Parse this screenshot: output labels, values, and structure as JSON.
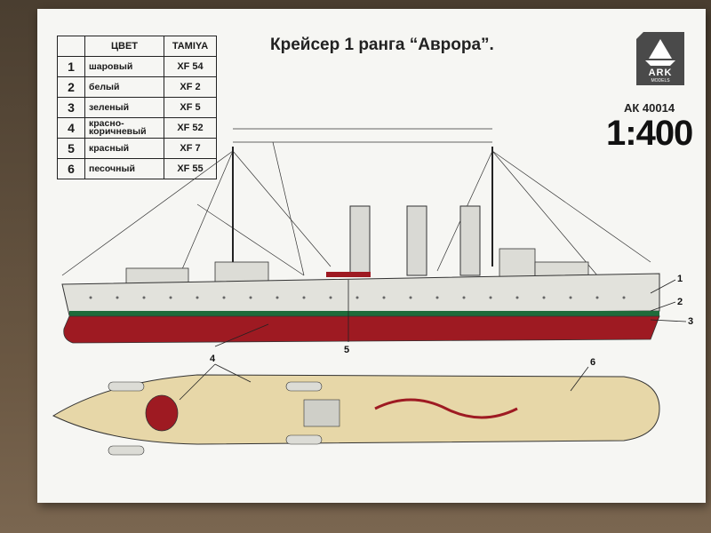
{
  "title": "Крейсер 1 ранга “Аврора”.",
  "table": {
    "header_color": "ЦВЕТ",
    "header_brand": "TAMIYA",
    "rows": [
      {
        "num": "1",
        "name": "шаровый",
        "code": "XF 54"
      },
      {
        "num": "2",
        "name": "белый",
        "code": "XF 2"
      },
      {
        "num": "3",
        "name": "зеленый",
        "code": "XF 5"
      },
      {
        "num": "4",
        "name": "красно-\nкоричневый",
        "code": "XF 52"
      },
      {
        "num": "5",
        "name": "красный",
        "code": "XF 7"
      },
      {
        "num": "6",
        "name": "песочный",
        "code": "XF 55"
      }
    ]
  },
  "brand": {
    "name": "ARK",
    "sub": "MODELS",
    "color": "#4a4a4a"
  },
  "article": "АК 40014",
  "scale": "1:400",
  "callouts": [
    "1",
    "2",
    "3",
    "4",
    "5",
    "6"
  ],
  "colors": {
    "hull_gray": "#e2e2dc",
    "hull_red": "#9e1a22",
    "waterline_green": "#1f6b3a",
    "deck_sand": "#e7d7a8"
  }
}
